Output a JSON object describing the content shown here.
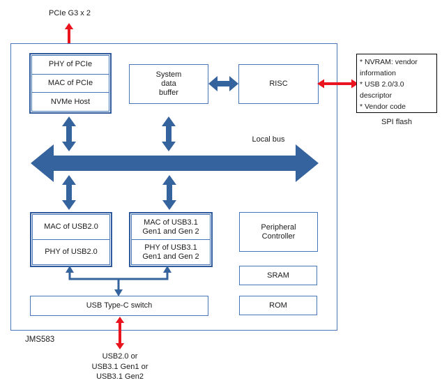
{
  "diagram": {
    "chip_name": "JMS583",
    "top_port_label": "PCIe G3 x 2",
    "bottom_port_label": "USB2.0 or\nUSB3.1 Gen1 or\nUSB3.1 Gen2",
    "local_bus_label": "Local bus",
    "spi_flash": {
      "contents": "* NVRAM: vendor\ninformation\n* USB 2.0/3.0\ndescriptor\n* Vendor code",
      "caption": "SPI flash"
    },
    "blocks": {
      "pcie_stack": [
        "PHY of PCIe",
        "MAC of PCIe",
        "NVMe Host"
      ],
      "system_data_buffer": "System\ndata\nbuffer",
      "risc": "RISC",
      "usb2_stack": [
        "MAC of USB2.0",
        "PHY of USB2.0"
      ],
      "usb3_stack": [
        "MAC of USB3.1\nGen1 and Gen 2",
        "PHY of USB3.1\nGen1 and Gen 2"
      ],
      "peripheral_controller": "Peripheral\nController",
      "sram": "SRAM",
      "rom": "ROM",
      "usb_typec_switch": "USB Type-C switch"
    },
    "colors": {
      "box_border": "#4577b8",
      "stack_border": "#2f5b9e",
      "arrow_blue": "#35639d",
      "arrow_red": "#e9141d",
      "spi_border": "#000000",
      "text": "#1a1a1a"
    }
  }
}
